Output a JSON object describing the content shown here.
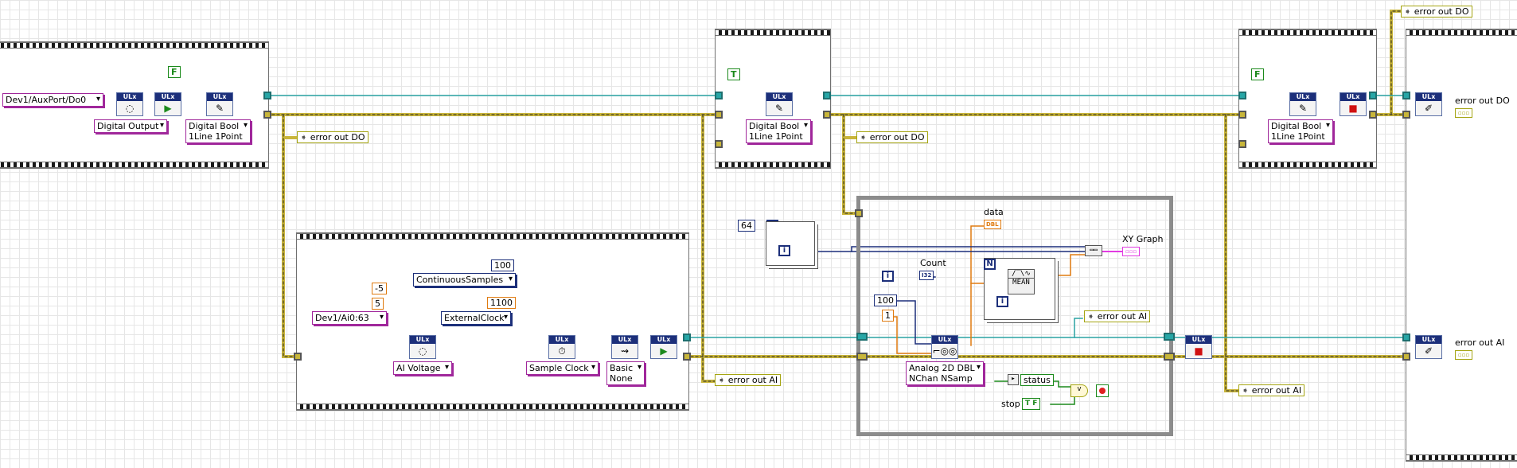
{
  "frame1": {
    "channel": "Dev1/AuxPort/Do0",
    "bool_const": "F",
    "task_type": "Digital Output",
    "write_mode_line1": "Digital Bool",
    "write_mode_line2": "1Line 1Point",
    "err_label": "error out DO"
  },
  "frame2": {
    "bool_const": "T",
    "write_mode_line1": "Digital Bool",
    "write_mode_line2": "1Line 1Point",
    "err_label": "error out DO"
  },
  "frame3": {
    "bool_const": "F",
    "write_mode_line1": "Digital Bool",
    "write_mode_line2": "1Line 1Point",
    "err_label": "error out AI"
  },
  "frame4": {
    "err_do_top": "error out DO",
    "err_do_label": "error out DO",
    "err_ai_label": "error out AI"
  },
  "ai_frame": {
    "min_val": "-5",
    "max_val": "5",
    "channel": "Dev1/Ai0:63",
    "samples": "100",
    "sample_mode": "ContinuousSamples",
    "rate": "1100",
    "source": "ExternalClock",
    "task_type": "AI Voltage",
    "timing_type": "Sample Clock",
    "trigger_line1": "Basic",
    "trigger_line2": "None",
    "err_label": "error out AI"
  },
  "for_loop": {
    "count": "64",
    "n": "N",
    "i": "i"
  },
  "while_loop": {
    "data_label": "data",
    "data_type": "DBL",
    "count_label": "Count",
    "count_type": "I32",
    "samples": "100",
    "channels": "1",
    "read_line1": "Analog 2D DBL",
    "read_line2": "NChan NSamp",
    "mean_label": "MEAN",
    "status_label": "status",
    "stop_label": "stop",
    "stop_const": "T F",
    "err_label": "error out AI",
    "graph_label": "XY Graph",
    "n": "N",
    "i": "i"
  },
  "colors": {
    "error_wire": "#c9b53a",
    "task_wire": "#2aa3a3",
    "dbl_wire": "#e07b10",
    "int_wire": "#1c2f7a",
    "path_wire": "#a0279b",
    "bool_wire": "#1c8a1c"
  }
}
